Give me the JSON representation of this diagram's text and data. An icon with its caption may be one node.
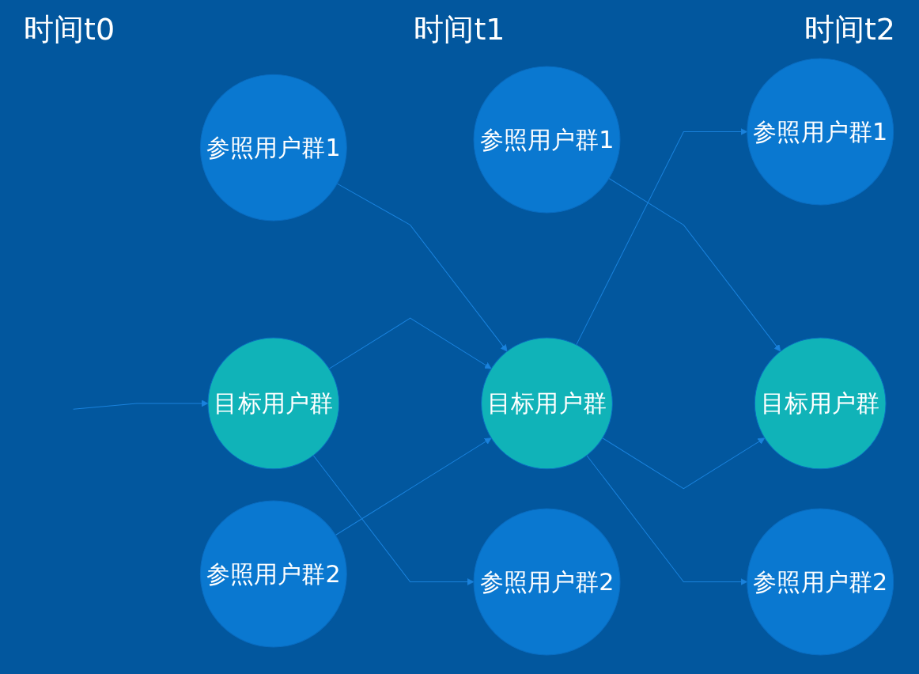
{
  "diagram": {
    "nodes": [
      {
        "text": [
          "参照用户群1"
        ]
      },
      {
        "text": [
          "目标用户群"
        ]
      },
      {
        "text": [
          "参照用户群2"
        ]
      },
      {
        "text": [
          "参照用户群1"
        ]
      },
      {
        "text": [
          "目标用户群"
        ]
      },
      {
        "text": [
          "参照用户群2"
        ]
      },
      {
        "text": [
          "参照用户群1"
        ]
      },
      {
        "text": [
          "目标用户群"
        ]
      },
      {
        "text": [
          "参照用户群2"
        ]
      }
    ],
    "edges": [
      {
        "from": null,
        "to": 1,
        "arrow": "to"
      },
      {
        "from": 0,
        "to": 4,
        "arrow": "to"
      },
      {
        "from": 1,
        "to": 4,
        "arrow": "to"
      },
      {
        "from": 1,
        "to": 5,
        "arrow": "to"
      },
      {
        "from": 2,
        "to": 4,
        "arrow": "to"
      },
      {
        "from": 3,
        "to": 7,
        "arrow": "to"
      },
      {
        "from": 4,
        "to": 6,
        "arrow": "to"
      },
      {
        "from": 4,
        "to": 7,
        "arrow": "to"
      },
      {
        "from": 4,
        "to": 8,
        "arrow": "to"
      }
    ],
    "labels": [
      "时间t0",
      "时间t1",
      "时间t2"
    ]
  }
}
